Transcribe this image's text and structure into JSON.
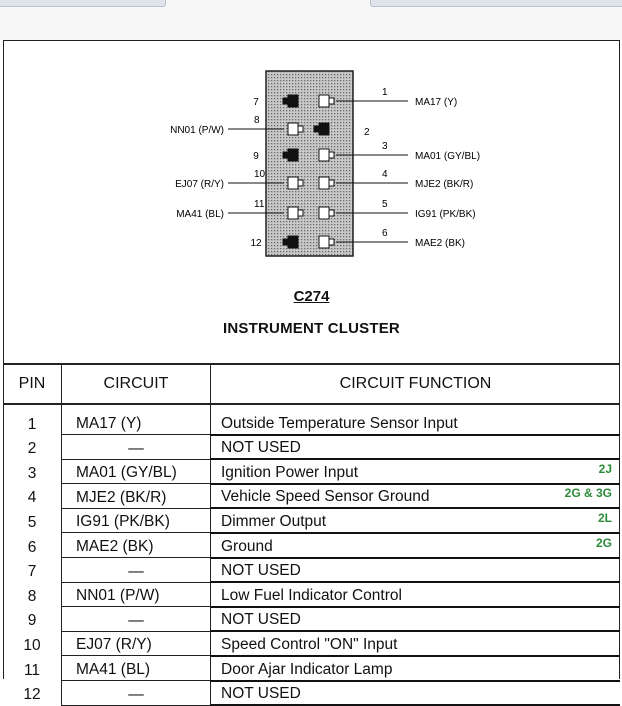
{
  "connector": {
    "id": "C274",
    "name": "INSTRUMENT CLUSTER"
  },
  "diagram": {
    "pins": [
      {
        "num": "1",
        "side": "right",
        "circuit": "MA17 (Y)"
      },
      {
        "num": "2",
        "side": "right",
        "circuit": ""
      },
      {
        "num": "3",
        "side": "right",
        "circuit": "MA01 (GY/BL)"
      },
      {
        "num": "4",
        "side": "right",
        "circuit": "MJE2 (BK/R)"
      },
      {
        "num": "5",
        "side": "right",
        "circuit": "IG91 (PK/BK)"
      },
      {
        "num": "6",
        "side": "right",
        "circuit": "MAE2 (BK)"
      },
      {
        "num": "7",
        "side": "left",
        "circuit": ""
      },
      {
        "num": "8",
        "side": "left",
        "circuit": "NN01 (P/W)"
      },
      {
        "num": "9",
        "side": "left",
        "circuit": ""
      },
      {
        "num": "10",
        "side": "left",
        "circuit": "EJ07 (R/Y)"
      },
      {
        "num": "11",
        "side": "left",
        "circuit": "MA41 (BL)"
      },
      {
        "num": "12",
        "side": "left",
        "circuit": ""
      }
    ]
  },
  "table": {
    "headers": {
      "pin": "PIN",
      "circuit": "CIRCUIT",
      "function": "CIRCUIT FUNCTION"
    },
    "rows": [
      {
        "pin": "1",
        "circuit": "MA17 (Y)",
        "function": "Outside Temperature Sensor Input",
        "note": ""
      },
      {
        "pin": "2",
        "circuit": "—",
        "function": "NOT USED",
        "note": ""
      },
      {
        "pin": "3",
        "circuit": "MA01 (GY/BL)",
        "function": "Ignition Power Input",
        "note": "2J"
      },
      {
        "pin": "4",
        "circuit": "MJE2 (BK/R)",
        "function": "Vehicle Speed Sensor Ground",
        "note": "2G & 3G"
      },
      {
        "pin": "5",
        "circuit": "IG91 (PK/BK)",
        "function": "Dimmer Output",
        "note": "2L"
      },
      {
        "pin": "6",
        "circuit": "MAE2 (BK)",
        "function": "Ground",
        "note": "2G"
      },
      {
        "pin": "7",
        "circuit": "—",
        "function": "NOT USED",
        "note": ""
      },
      {
        "pin": "8",
        "circuit": "NN01 (P/W)",
        "function": "Low Fuel Indicator Control",
        "note": ""
      },
      {
        "pin": "9",
        "circuit": "—",
        "function": "NOT USED",
        "note": ""
      },
      {
        "pin": "10",
        "circuit": "EJ07 (R/Y)",
        "function": "Speed Control \"ON\" Input",
        "note": ""
      },
      {
        "pin": "11",
        "circuit": "MA41 (BL)",
        "function": "Door Ajar Indicator Lamp",
        "note": ""
      },
      {
        "pin": "12",
        "circuit": "—",
        "function": "NOT USED",
        "note": ""
      }
    ]
  },
  "colors": {
    "note": "#2e8b3a"
  }
}
